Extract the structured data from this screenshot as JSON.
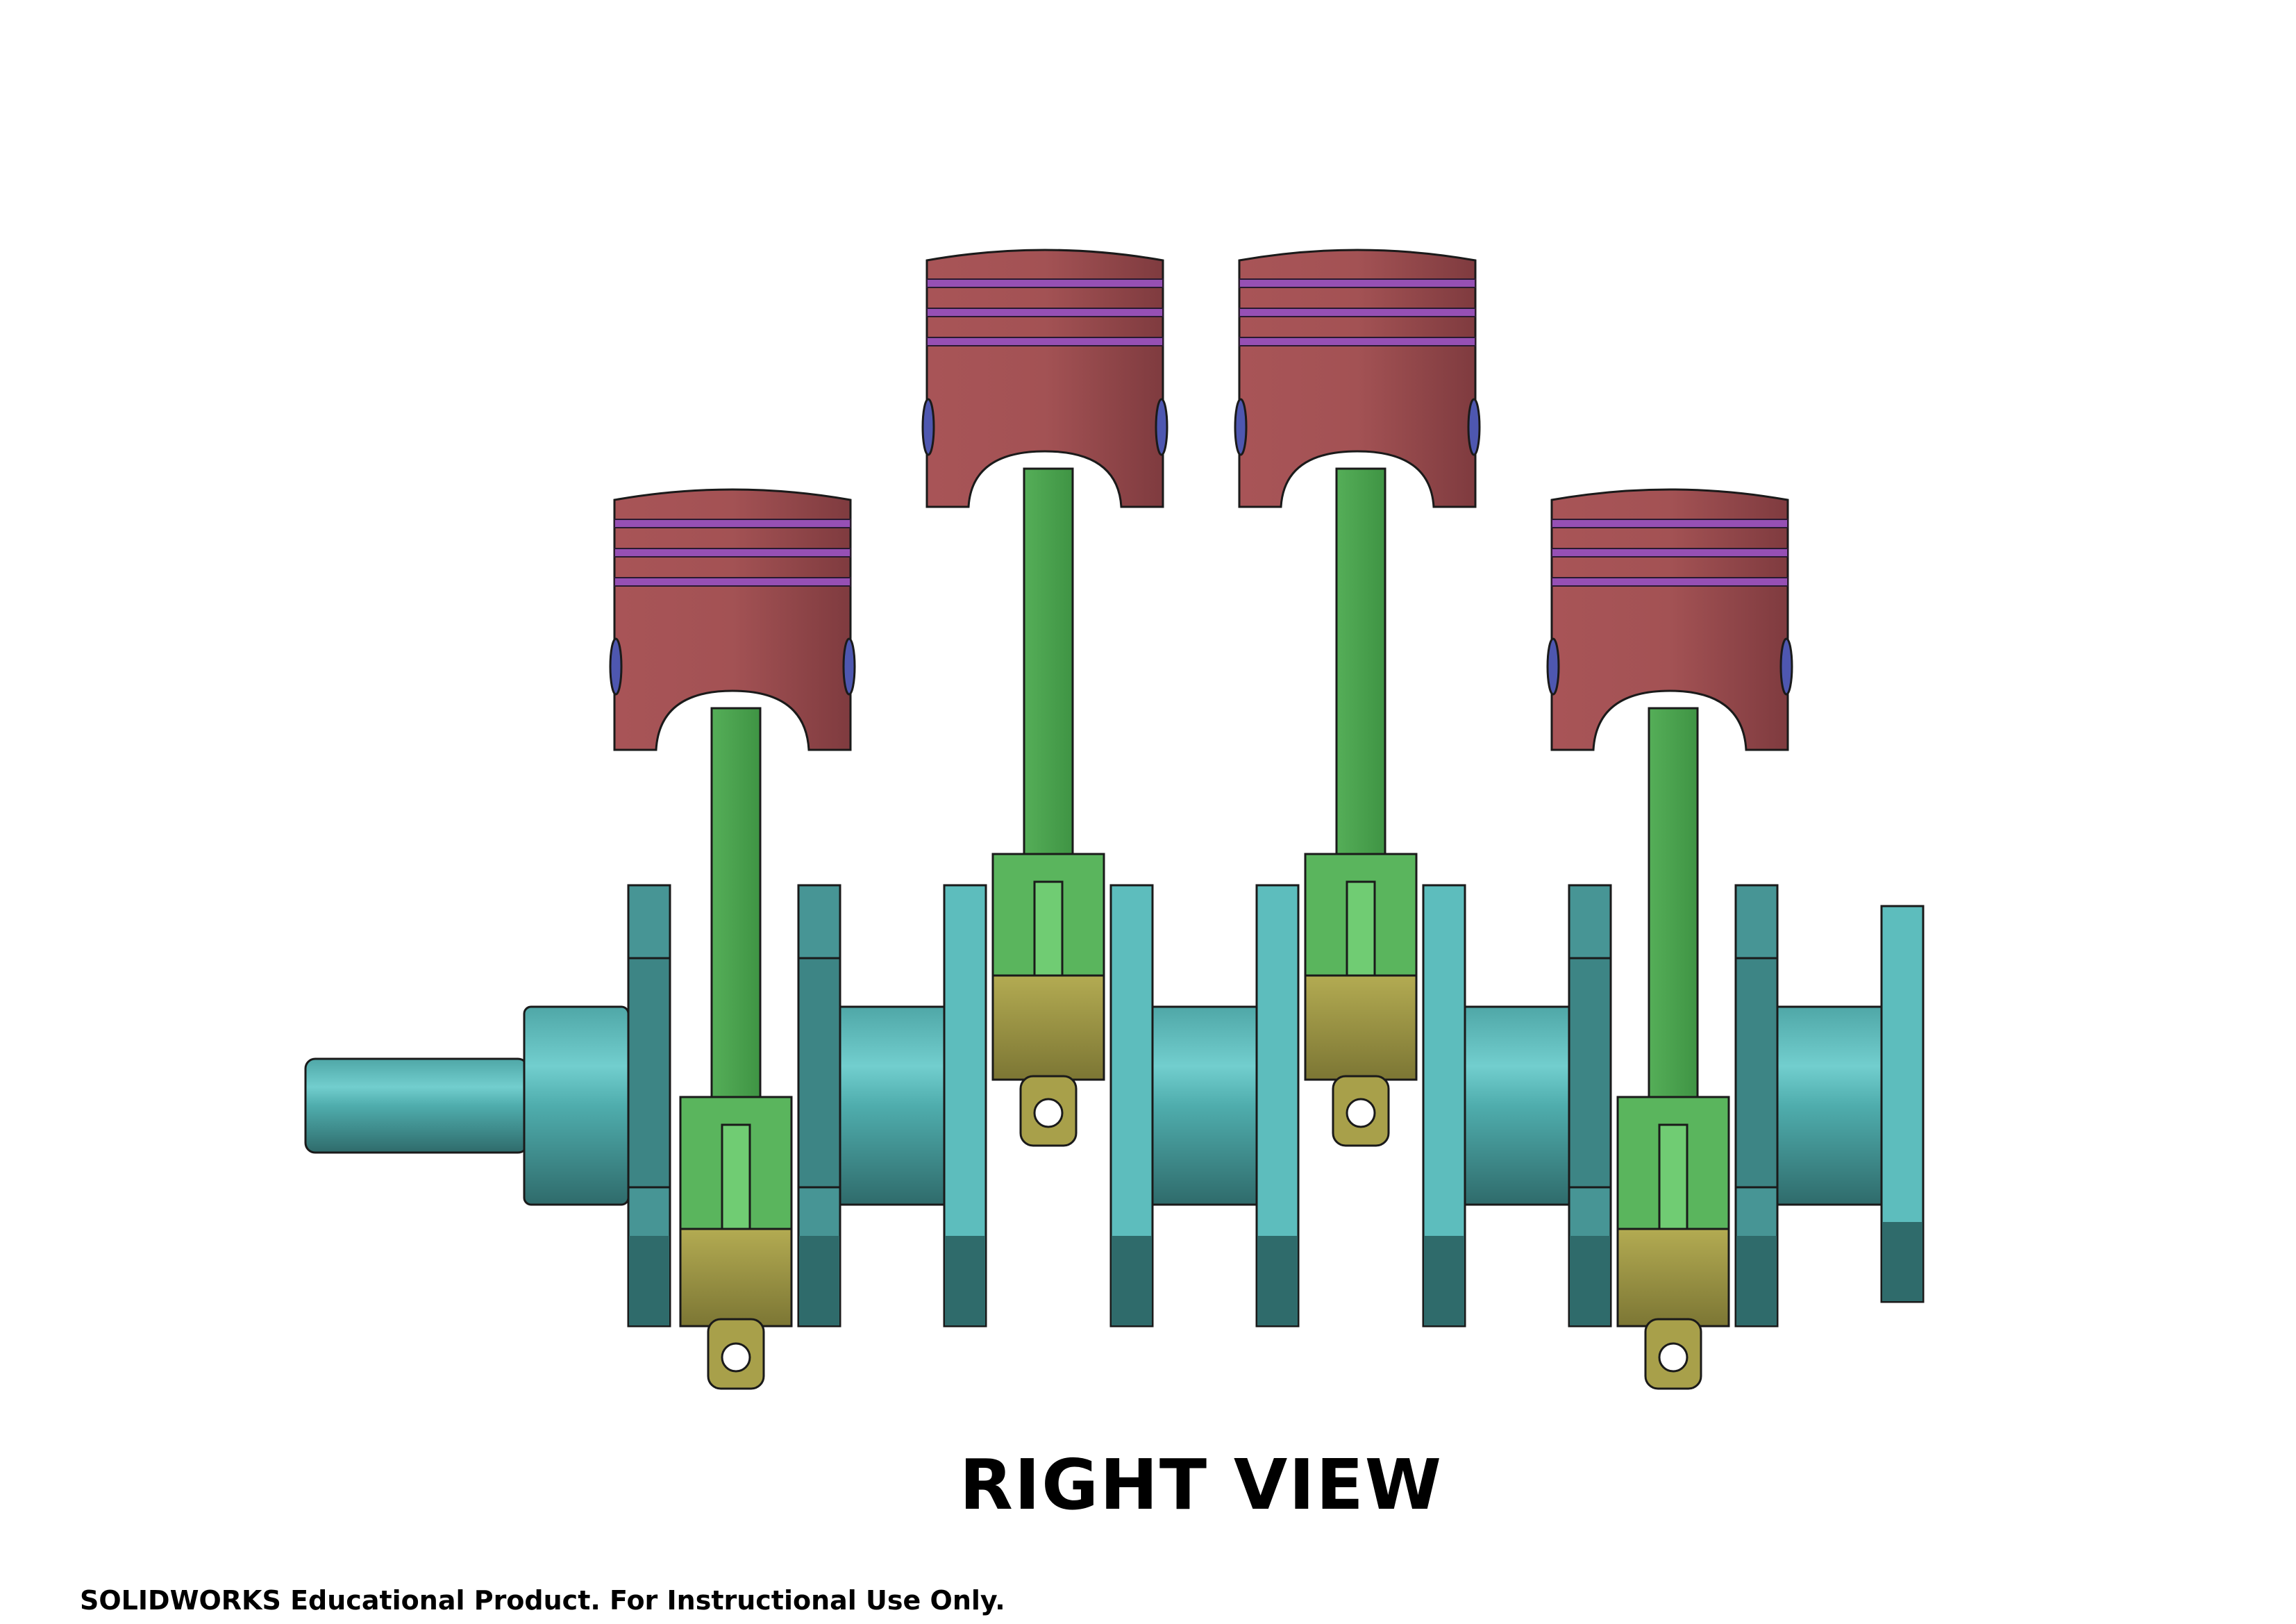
{
  "view_title": "RIGHT VIEW",
  "footer_note": "SOLIDWORKS Educational Product. For Instructional Use Only.",
  "colors": {
    "piston": "#9e4f52",
    "piston_dark": "#7f3b3f",
    "piston_ring": "#9650b4",
    "connecting_rod": "#4aa04e",
    "rod_highlight": "#70cc73",
    "rod_cap": "#a8a04a",
    "rod_cap_dark": "#7c7634",
    "crank_light": "#5dbdbd",
    "crank_mid": "#479595",
    "crank_dark": "#2f6b6b",
    "outline": "#1a1a1a"
  },
  "parts": {
    "crankshaft": "crankshaft",
    "cylinders": [
      "cylinder-1",
      "cylinder-2",
      "cylinder-3",
      "cylinder-4"
    ]
  }
}
